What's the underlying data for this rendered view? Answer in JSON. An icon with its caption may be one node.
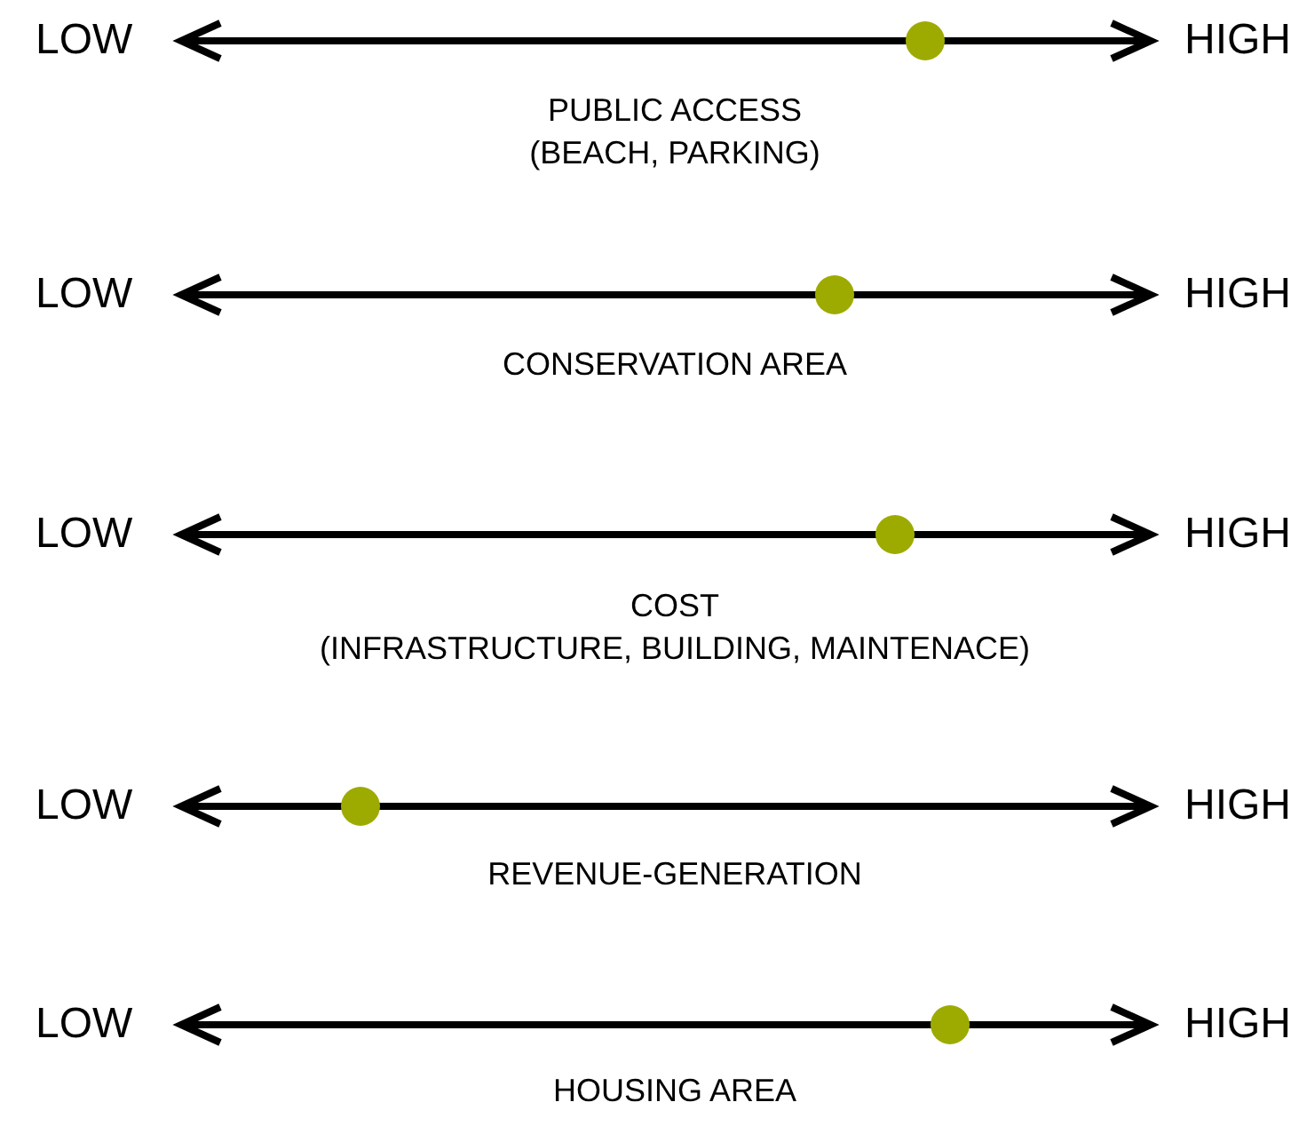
{
  "diagram": {
    "labels": [
      "LOW",
      "HIGH",
      "PUBLIC ACCESS (BEACH, PARKING)",
      "LOW",
      "HIGH",
      "CONSERVATION AREA",
      "LOW",
      "HIGH",
      "COST (INFRASTRUCTURE, BUILDING, MAINTENACE)",
      "LOW",
      "HIGH",
      "REVENUE-GENERATION",
      "LOW",
      "HIGH",
      "HOUSING AREA"
    ]
  }
}
